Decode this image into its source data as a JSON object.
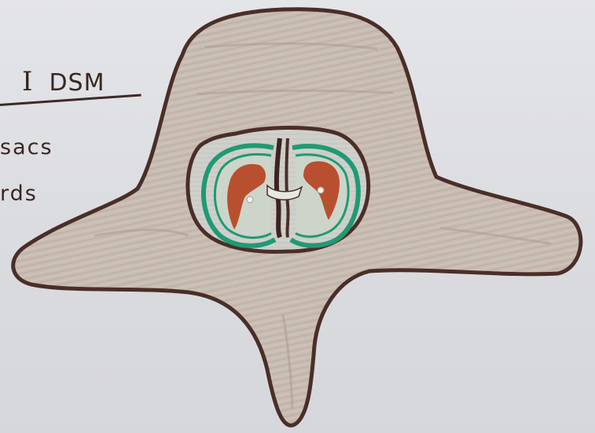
{
  "notes": {
    "title_roman": "I",
    "title_text": "DSM",
    "line2": "sacs",
    "line3": "rds"
  },
  "colors": {
    "paper": "#dfe0e4",
    "outline": "#4a2e28",
    "fill": "#c9bdb3",
    "membrane": "#1f9a74",
    "gray_matter": "#b8502f",
    "ink": "#3a2722"
  }
}
